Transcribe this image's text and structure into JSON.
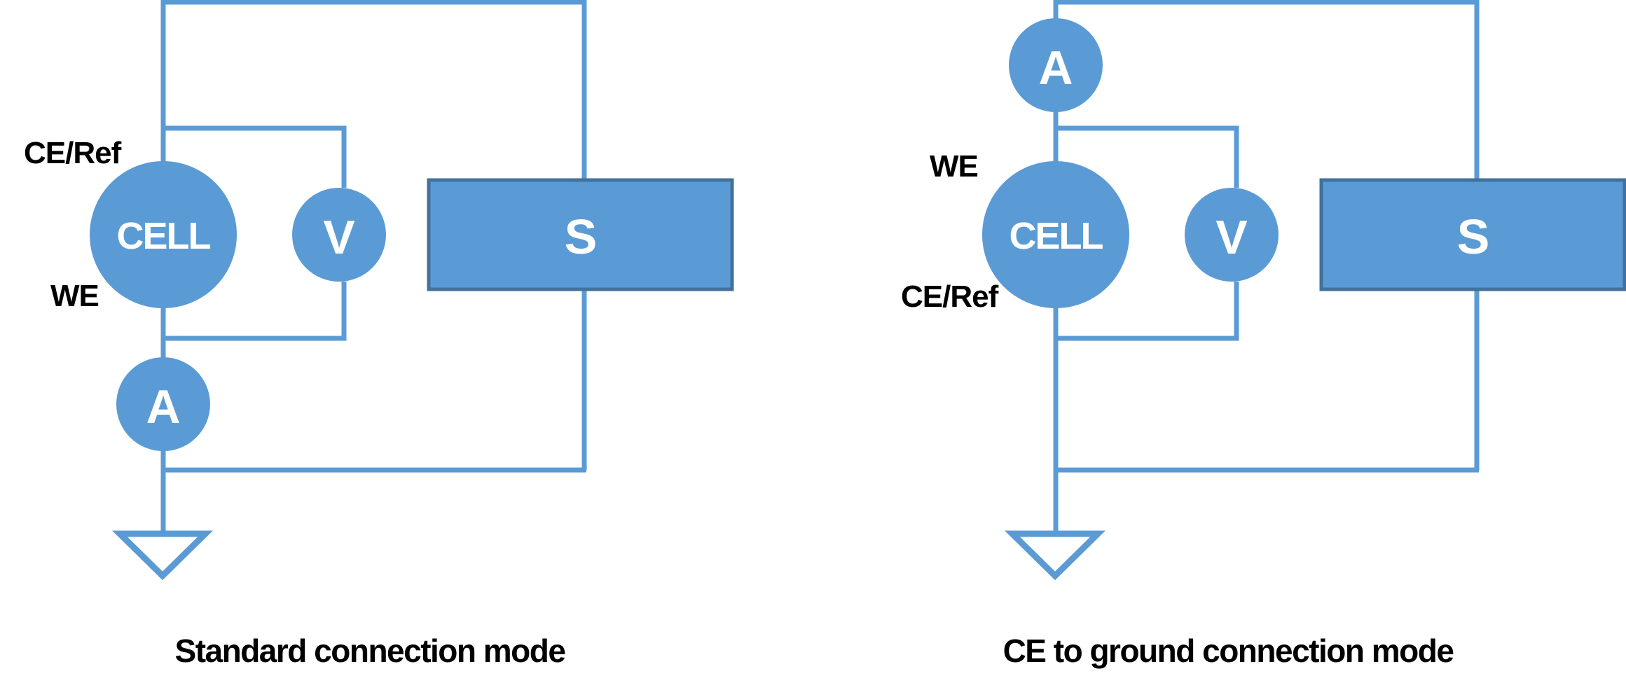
{
  "colors": {
    "component_fill": "#5B9BD5",
    "box_border": "#41719C",
    "wire": "#5B9BD5",
    "symbol_text": "#FFFFFF",
    "label_text": "#000000"
  },
  "panels": [
    {
      "id": "standard",
      "caption": "Standard connection mode",
      "cell_label": "CELL",
      "voltmeter_label": "V",
      "ammeter_label": "A",
      "source_label": "S",
      "ammeter_position": "below cell (between WE and ground)",
      "terminal_top_label": "CE/Ref",
      "terminal_bottom_label": "WE",
      "ground": "ground-symbol"
    },
    {
      "id": "ce-to-ground",
      "caption": "CE to ground connection mode",
      "cell_label": "CELL",
      "voltmeter_label": "V",
      "ammeter_label": "A",
      "source_label": "S",
      "ammeter_position": "above cell (in top supply line)",
      "terminal_top_label": "WE",
      "terminal_bottom_label": "CE/Ref",
      "ground": "ground-symbol"
    }
  ]
}
